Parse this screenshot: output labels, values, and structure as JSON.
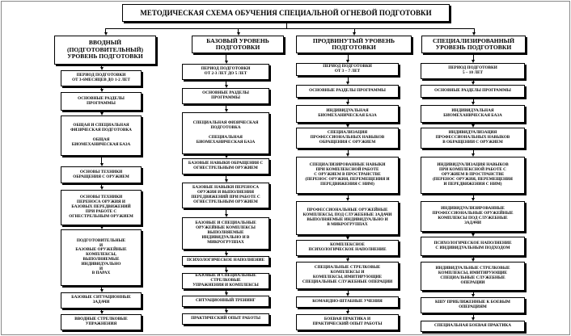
{
  "title": "МЕТОДИЧЕСКАЯ СХЕМА ОБУЧЕНИЯ СПЕЦИАЛЬНОЙ ОГНЕВОЙ ПОДГОТОВКИ",
  "columns": [
    {
      "header": "ВВОДНЫЙ\n(ПОДГОТОВИТЕЛЬНЫЙ)\nУРОВЕНЬ ПОДГОТОВКИ",
      "items": [
        "ПЕРИОД ПОДГОТОВКИ\nОТ 3-6МЕСЯЦЕВ ДО 1-2 ЛЕТ",
        "ОСНОВНЫЕ РАЗДЕЛЫ\nПРОГРАММЫ",
        "ОБЩАЯ И СПЕЦИАЛЬНАЯ\nФИЗИЧЕСКАЯ ПОДГОТОВКА\n\nОБЩАЯ\nБИОМЕХАНИЧЕСКАЯ БАЗА",
        "ОСНОВЫ ТЕХНИКИ\nОБРАЩЕНИЯ С ОРУЖИЕМ",
        "ОСНОВЫ ТЕХНИКИ\nПЕРЕНОСА ОРУЖИЯ И\nБАЗОВЫХ ПЕРЕДВИЖЕНИЙ\nПРИ РАБОТЕ С\nОГНЕСТРЕЛЬНЫМ ОРУЖИЕМ",
        "ПОДГОТОВИТЕЛЬНЫЕ\nИ\nБАЗОВЫЕ ОРУЖЕЙНЫЕ\nКОМПЛЕКСЫ,\nВЫПОЛНЯЕМЫЕ\nИНДИВИДУАЛЬНО\nИ\nВ ПАРАХ",
        "БАЗОВЫЕ СИТУАЦИОННЫЕ\nЗАДАЧИ",
        "ВВОДНЫЕ СТРЕЛКОВЫЕ\nУПРАЖНЕНИЯ"
      ]
    },
    {
      "header": "БАЗОВЫЙ УРОВЕНЬ\nПОДГОТОВКИ",
      "items": [
        "ПЕРИОД ПОДГОТОВКИ\nОТ 2-3 ЛЕТ ДО 5 ЛЕТ",
        "ОСНОВНЫЕ РАЗДЕЛЫ\nПРОГРАММЫ",
        "СПЕЦИАЛЬНАЯ ФИЗИЧЕСКАЯ\nПОДГОТОВКА\n\nСПЕЦИАЛЬНАЯ\nБИОМЕХАНИЧЕСКАЯ БАЗА",
        "БАЗОВЫЕ НАВЫКИ ОБРАЩЕНИЯ С\nОГНЕСТРЕЛЬНЫМ ОРУЖИЕМ",
        "БАЗОВЫЕ НАВЫКИ ПЕРЕНОСА\nОРУЖИЯ И ВЫПОЛНЕНИЯ\nПЕРЕДВИЖЕНИЙ ПРИ РАБОТЕ С\nОГНЕСТРЕЛЬНЫМ ОРУЖИЕМ",
        "БАЗОВЫЕ И СПЕЦИАЛЬНЫЕ\nОРУЖЕЙНЫЕ КОМПЛЕКСЫ\nВЫПОЛНЯЕМЫЕ\nИНДИВИДУАЛЬНО И В МИКРОГРУППАХ",
        "ПСИХОЛОГИЧЕСКОЕ НАПОЛНЕНИЕ",
        "БАЗОВЫЕ И СПЕЦИАЛЬНЫЕ СТРЕЛКОВЫЕ\nУПРАЖНЕНИЯ И КОМПЛЕКСЫ",
        "СИТУАЦИОННЫЙ ТРЕНИНГ",
        "ПРАКТИЧЕСКИЙ ОПЫТ РАБОТЫ"
      ]
    },
    {
      "header": "ПРОДВИНУТЫЙ УРОВЕНЬ\nПОДГОТОВКИ",
      "items": [
        "ПЕРИОД ПОДГОТОВКИ\nОТ 3 – 7 ЛЕТ",
        "ОСНОВНЫЕ РАЗДЕЛЫ ПРОГРАММЫ",
        "ИНДИВИДУАЛЬНАЯ\nБИОМЕХАНИЧЕСКАЯ БАЗА",
        "СПЕЦИАЛИЗАЦИЯ\nПРОФЕССИОНАЛЬНЫХ НАВЫКОВ\nОБРАЩЕНИЯ С ОРУЖИЕМ",
        "СПЕЦИАЛИЗИРОВАННЫЕ НАВЫКИ\nПРИ КОМПЛЕКСНОЙ РАБОТЕ\nС ОРУЖИЕМ В ПРОСТРАНСТВЕ\n(ПЕРЕНОС ОРУЖИЯ, ПЕРЕМЕЩЕНИЯ И\nПЕРЕДВИЖЕНИЯ С НИМ)",
        "ПРОФЕССИОНАЛЬНЫЕ ОРУЖЕЙНЫЕ\nКОМПЛЕКСЫ, ПОД СЛУЖЕБНЫЕ ЗАДАЧИ\nВЫПОЛНЯЕМЫЕ ИНДИВИДУАЛЬНО И\nВ МИКРОГРУППАХ",
        "КОМПЛЕКСНОЕ\nПСИХОЛОГИЧЕСКОЕ НАПОЛНЕНИЕ",
        "СПЕЦИАЛЬНЫЕ СТРЕЛКОВЫЕ\nКОМПЛЕКСЫ И\nКОМПЛЕКСЫ, ИМИТИРУЮЩИЕ\nСПЕЦИАЛЬНЫЕ СЛУЖЕБНЫЕ ОПЕРАЦИИ",
        "КОМАНДНО-ШТАБНЫЕ УЧЕНИЯ",
        "БОЕВАЯ ПРАКТИКА И\nПРАКТИЧЕСКИЙ ОПЫТ РАБОТЫ"
      ]
    },
    {
      "header": "СПЕЦИАЛИЗИРОВАННЫЙ\nУРОВЕНЬ ПОДГОТОВКИ",
      "items": [
        "ПЕРИОД ПОДГОТОВКИ\n5 – 10 ЛЕТ",
        "ОСНОВНЫЕ РАЗДЕЛЫ ПРОГРАММЫ",
        "ИНДИВИДУАЛЬНАЯ\nБИОМЕХАНИЧЕСКАЯ БАЗА",
        "ИНДИВИДУАЛИЗАЦИЯ\nПРОФЕССИОНАЛЬНЫХ НАВЫКОВ\nВ ОБРАЩЕНИИ С ОРУЖИЕМ",
        "ИНДИВИДУАЛИЗАЦИЯ НАВЫКОВ\nПРИ КОМПЛЕКСНОЙ РАБОТЕ С\nОРУЖИЕМ В ПРОСТРАНСТВЕ\n(ПЕРЕНОС ОРУЖИЯ, ПЕРЕМЕЩЕНИЯ\nИ ПЕРЕДВИЖЕНИЯ С НИМ)",
        "ИНДИВИДУАЛИЗИРОВАННЫЕ\nПРОФЕССИОНАЛЬНЫЕ ОРУЖЕЙНЫЕ\nКОМПЛЕКСЫ ПОД СЛУЖЕБНЫЕ\nЗАДАЧИ",
        "ПСИХОЛОГИЧЕСКОЕ НАПОЛНЕНИЕ\nС ИНДИВИДУАЛЬНЫМ ПОДХОДОМ",
        "ИНДИВИДУАЛЬНЫЕ СТРЕЛКОВЫЕ\nКОМПЛЕКСЫ, ИМИТИРУЮЩИЕ\nСПЕЦИАЛЬНЫЕ СЛУЖЕБНЫЕ\nОПЕРАЦИИ",
        "КШУ ПРИБЛИЖЕННЫЕ К БОЕВЫМ\nОПЕРАЦИЯМ",
        "СПЕЦИАЛЬНАЯ БОЕВАЯ ПРАКТИКА"
      ]
    }
  ]
}
